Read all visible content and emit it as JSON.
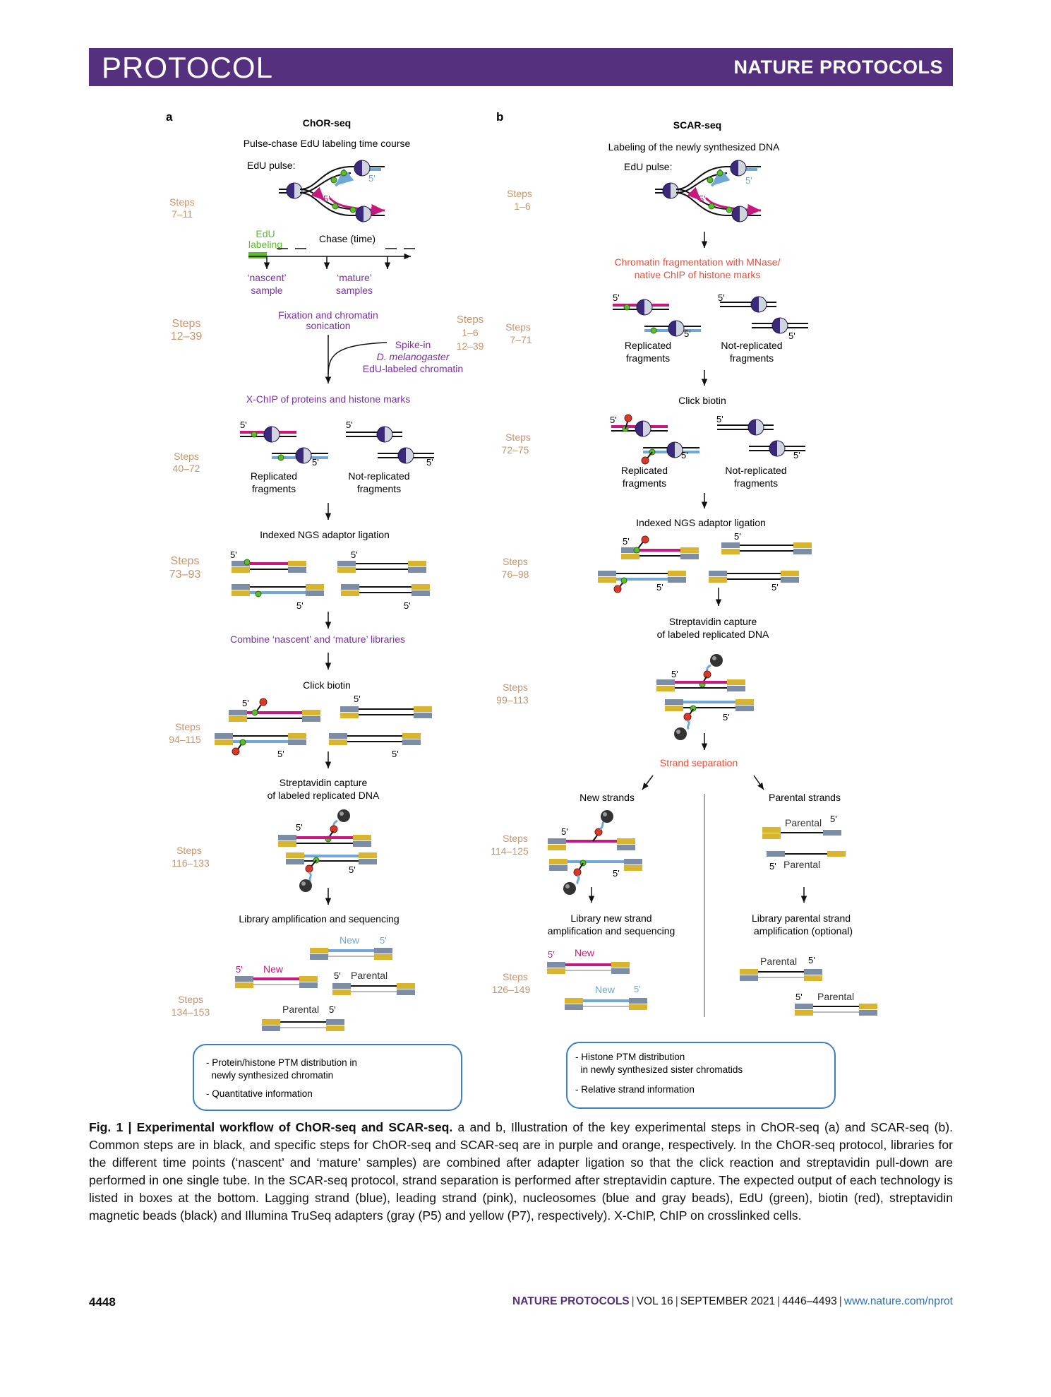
{
  "header": {
    "section": "PROTOCOL",
    "journal": "NATURE PROTOCOLS"
  },
  "panel_a": {
    "letter": "a",
    "title": "ChOR-seq",
    "subtitle": "Pulse-chase EdU labeling time course",
    "edu_pulse": "EdU pulse:",
    "five_prime": "5'",
    "edu_labeling": [
      "EdU",
      "labeling"
    ],
    "chase": "Chase (time)",
    "nascent": [
      "‘nascent’",
      "sample"
    ],
    "mature": [
      "‘mature’",
      "samples"
    ],
    "fixation": [
      "Fixation and chromatin",
      "sonication"
    ],
    "spike_in": [
      "Spike-in",
      "D. melanogaster",
      "EdU-labeled chromatin"
    ],
    "xchip": "X-ChIP of proteins and histone marks",
    "replicated": [
      "Replicated",
      "fragments"
    ],
    "not_replicated": [
      "Not-replicated",
      "fragments"
    ],
    "adaptor": "Indexed NGS adaptor ligation",
    "combine": "Combine ‘nascent’ and ‘mature’ libraries",
    "click": "Click biotin",
    "streptavidin": [
      "Streptavidin capture",
      "of labeled replicated DNA"
    ],
    "library": "Library amplification and sequencing",
    "new": "New",
    "parental": "Parental",
    "steps": [
      [
        "Steps",
        "7–11"
      ],
      [
        "Steps",
        "12–39"
      ],
      [
        "Steps",
        "40–72"
      ],
      [
        "Steps",
        "73–93"
      ],
      [
        "Steps",
        "94–115"
      ],
      [
        "Steps",
        "116–133"
      ],
      [
        "Steps",
        "134–153"
      ]
    ],
    "steps_mid": [
      "Steps",
      "1–6",
      "12–39"
    ],
    "output": [
      "- Protein/histone PTM distribution in",
      "  newly synthesized chromatin",
      "- Quantitative information"
    ]
  },
  "panel_b": {
    "letter": "b",
    "title": "SCAR-seq",
    "subtitle": "Labeling of the newly synthesized DNA",
    "edu_pulse": "EdU pulse:",
    "fragmentation": [
      "Chromatin fragmentation with MNase/",
      "native ChIP of histone marks"
    ],
    "click": "Click biotin",
    "adaptor": "Indexed NGS adaptor ligation",
    "streptavidin": [
      "Streptavidin capture",
      "of labeled replicated DNA"
    ],
    "strand_sep": "Strand separation",
    "new_strands": "New strands",
    "parental_strands": "Parental strands",
    "lib_new": [
      "Library new strand",
      "amplification and sequencing"
    ],
    "lib_parental": [
      "Library parental strand",
      "amplification (optional)"
    ],
    "steps": [
      [
        "Steps",
        "1–6"
      ],
      [
        "Steps",
        "7–71"
      ],
      [
        "Steps",
        "72–75"
      ],
      [
        "Steps",
        "76–98"
      ],
      [
        "Steps",
        "99–113"
      ],
      [
        "Steps",
        "114–125"
      ],
      [
        "Steps",
        "126–149"
      ]
    ],
    "output": [
      "- Histone PTM distribution",
      "  in newly synthesized sister chromatids",
      "- Relative strand information"
    ]
  },
  "colors": {
    "purple": "#7b2fa8",
    "orange": "#c8956a",
    "red": "#e8503a",
    "green": "#5bbd2a",
    "pink": "#c8187f",
    "blue": "#6fa8d6",
    "gray_adapter": "#7d8da6",
    "yellow_adapter": "#d9b52f",
    "box_border": "#3d7fc4",
    "banner": "#55307f"
  },
  "caption": {
    "lead": "Fig. 1 | Experimental workflow of ChOR-seq and SCAR-seq.",
    "body": " a and b, Illustration of the key experimental steps in ChOR-seq (a) and SCAR-seq (b). Common steps are in black, and specific steps for ChOR-seq and SCAR-seq are in purple and orange, respectively. In the ChOR-seq protocol, libraries for the different time points (‘nascent’ and ‘mature’ samples) are combined after adapter ligation so that the click reaction and streptavidin pull-down are performed in one single tube. In the SCAR-seq protocol, strand separation is performed after streptavidin capture. The expected output of each technology is listed in boxes at the bottom. Lagging strand (blue), leading strand (pink), nucleosomes (blue and gray beads), EdU (green), biotin (red), streptavidin magnetic beads (black) and Illumina TruSeq adapters (gray (P5) and yellow (P7), respectively). X-ChIP, ChIP on crosslinked cells."
  },
  "footer": {
    "page": "4448",
    "journal": "NATURE PROTOCOLS",
    "volume": "VOL 16",
    "date": "SEPTEMBER 2021",
    "pages": "4446–4493",
    "url": "www.nature.com/nprot"
  }
}
